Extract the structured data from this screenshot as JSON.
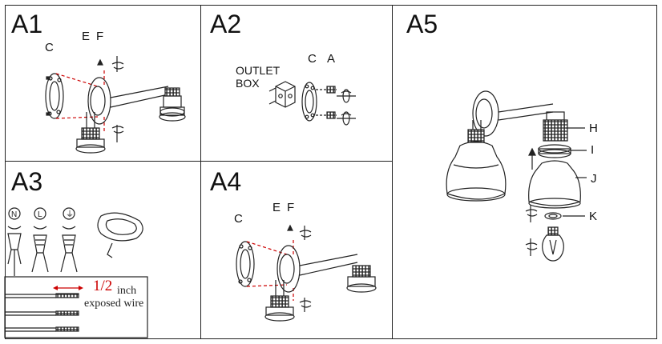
{
  "panels": {
    "a1": {
      "title": "A1",
      "labels": {
        "c": "C",
        "e": "E",
        "f": "F"
      }
    },
    "a2": {
      "title": "A2",
      "labels": {
        "outlet_line1": "OUTLET",
        "outlet_line2": "BOX",
        "c": "C",
        "a": "A"
      }
    },
    "a3": {
      "title": "A3",
      "wire": {
        "fraction": "1/2",
        "unit": "inch",
        "caption": "exposed wire"
      },
      "symbols": [
        "N",
        "L",
        "⏚"
      ]
    },
    "a4": {
      "title": "A4",
      "labels": {
        "c": "C",
        "e": "E",
        "f": "F"
      }
    },
    "a5": {
      "title": "A5",
      "labels": {
        "h": "H",
        "i": "I",
        "j": "J",
        "k": "K"
      }
    }
  },
  "colors": {
    "line": "#222222",
    "accent": "#cc0000"
  }
}
